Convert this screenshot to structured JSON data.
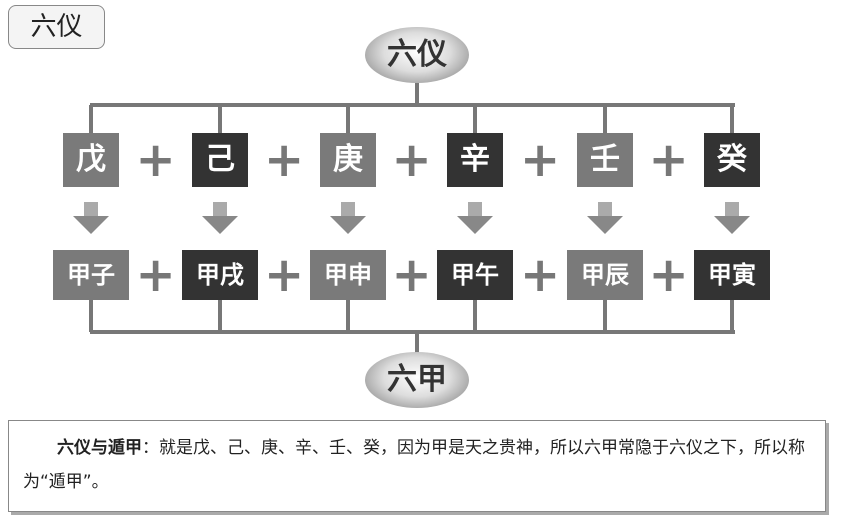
{
  "tag": "六仪",
  "top_node": "六仪",
  "bottom_node": "六甲",
  "plus": "+",
  "yi": [
    "戊",
    "己",
    "庚",
    "辛",
    "壬",
    "癸"
  ],
  "jia": [
    "甲子",
    "甲戌",
    "甲申",
    "甲午",
    "甲辰",
    "甲寅"
  ],
  "note": {
    "term": "六仪与遁甲",
    "text": "：就是戊、己、庚、辛、壬、癸，因为甲是天之贵神，所以六甲常隐于六仪之下，所以称为“遁甲”。"
  }
}
